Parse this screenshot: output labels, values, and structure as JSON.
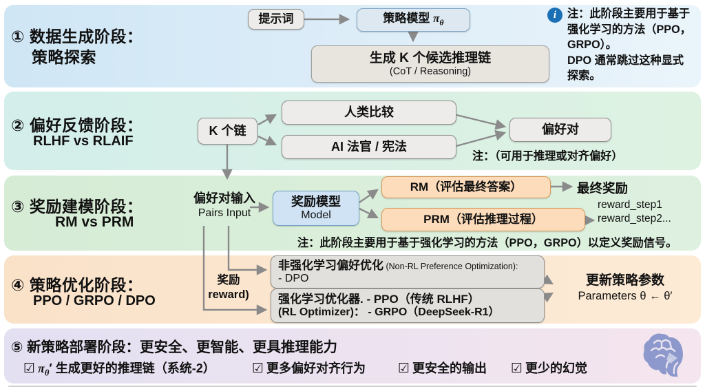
{
  "glyphs": {
    "checkbox": "☑",
    "info": "i"
  },
  "colors": {
    "band1_a": "#cfe6f5",
    "band1_b": "#eaf4fb",
    "band2_a": "#d3eeeb",
    "band2_b": "#def2e1",
    "band3_a": "#d6ecd5",
    "band3_b": "#def1e0",
    "band4_a": "#fae2c9",
    "band4_b": "#fdebd6",
    "band5_a": "#e3e0f2",
    "band5_b": "#f5e5ee",
    "info": "#1a6fb5",
    "arrow": "#8a8a8a",
    "brain": "#8d99cc"
  },
  "stage1": {
    "title_line1": "① 数据生成阶段：",
    "title_line2": "策略探索",
    "prompt_box": "提示词",
    "policy_zh": "策略模型 ",
    "policy_pi": "π",
    "policy_sub": "θ",
    "gen_line1": "生成 K 个候选推理链",
    "gen_line2": "(CoT / Reasoning)",
    "note_lines": [
      "注：此阶段主要用于基于",
      "强化学习的方法（PPO，",
      "GRPO）。",
      "DPO 通常跳过这种显式",
      "探索。"
    ]
  },
  "stage2": {
    "title_line1": "② 偏好反馈阶段：",
    "title_line2": "RLHF vs RLAIF",
    "k_box": "K 个链",
    "human_box": "人类比较",
    "ai_box": "AI 法官 / 宪法",
    "pref_box": "偏好对",
    "note": "注：（可用于推理或对齐偏好）"
  },
  "stage3": {
    "title_line1": "③ 奖励建模阶段：",
    "title_line2": "RM vs PRM",
    "pairs_zh": "偏好对输入",
    "pairs_en": "Pairs Input",
    "model_zh": "奖励模型",
    "model_en": "Model",
    "rm_box": "RM（评估最终答案）",
    "prm_box": "PRM（评估推理过程）",
    "final_reward": "最终奖励",
    "reward_step1": "reward_step1",
    "reward_step2": "reward_step2...",
    "note": "注：此阶段主要用于基于强化学习的方法（PPO，GRPO）以定义奖励信号。"
  },
  "stage4": {
    "title_line1": "④ 策略优化阶段：",
    "title_line2": "PPO / GRPO / DPO",
    "reward_zh": "奖励",
    "reward_en": "reward)",
    "nonrl_zh": "非强化学习偏好优化",
    "nonrl_en": " (Non-RL Preference Optimization):",
    "nonrl_dpo": "- DPO",
    "rl_line1": "强化学习优化器. - PPO（传统 RLHF）",
    "rl_line2": "(RL Optimizer)： - GRPO（DeepSeek-R1）",
    "update_zh": "更新策略参数",
    "update_en": "Parameters θ ← θ′"
  },
  "stage5": {
    "title": "⑤ 新策略部署阶段：更安全、更智能、更具推理能力",
    "check1_pi": "π",
    "check1_sub": "θ",
    "check1_post": "′ 生成更好的推理链（系统-2）",
    "check2": "更多偏好对齐行为",
    "check3": "更安全的输出",
    "check4": "更少的幻觉"
  }
}
